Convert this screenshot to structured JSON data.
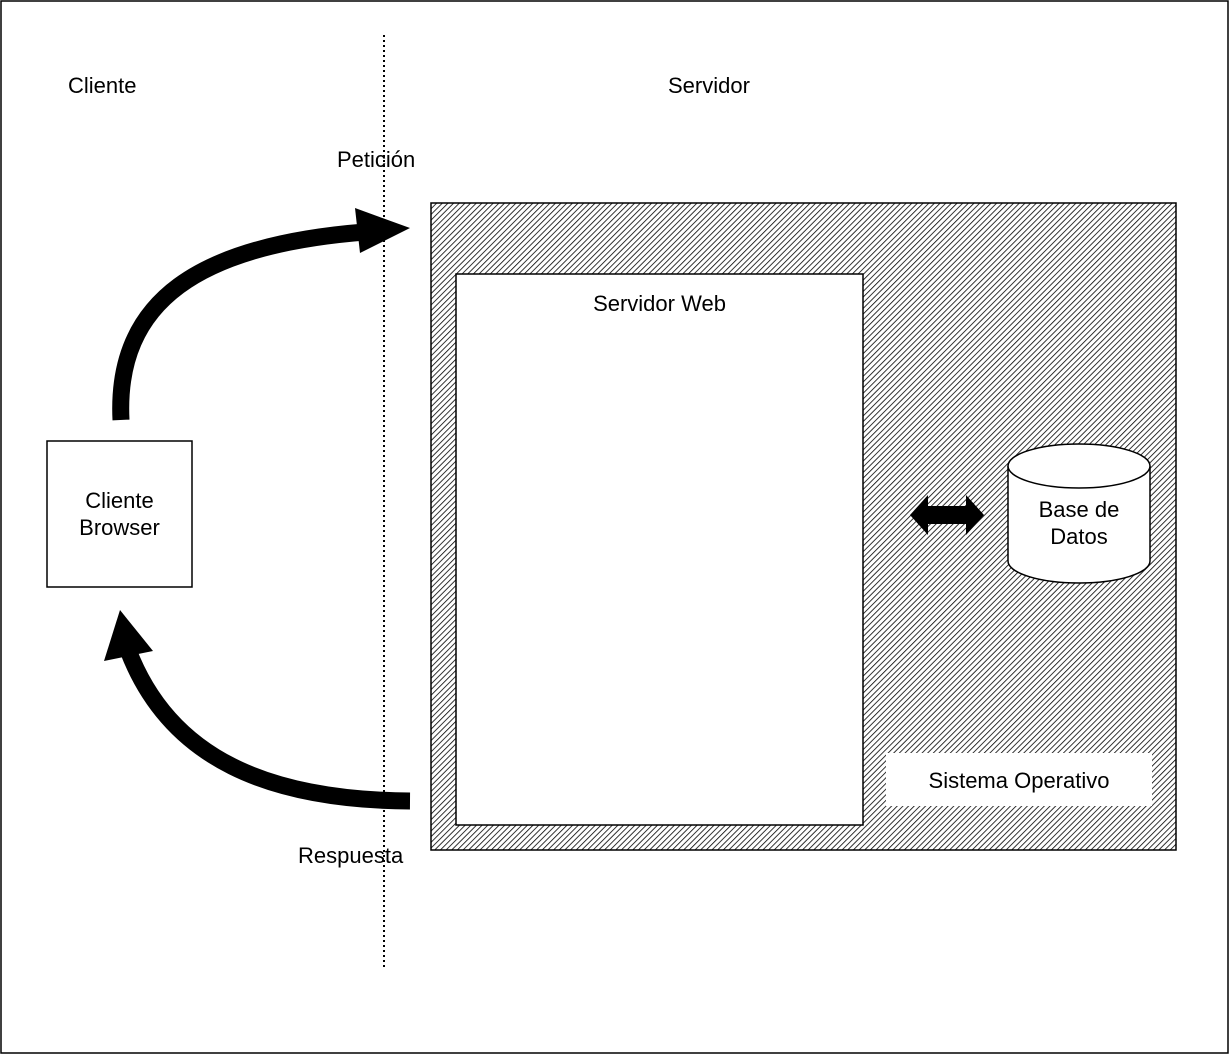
{
  "labels": {
    "client_side": "Cliente",
    "server_side": "Servidor",
    "request": "Petición",
    "response": "Respuesta",
    "web_server": "Servidor Web",
    "browser_line1": "Cliente",
    "browser_line2": "Browser",
    "database_line1": "Base de",
    "database_line2": "Datos",
    "operating_system": "Sistema Operativo"
  },
  "colors": {
    "stroke": "#000000",
    "background": "#ffffff",
    "hatch": "#000000"
  }
}
